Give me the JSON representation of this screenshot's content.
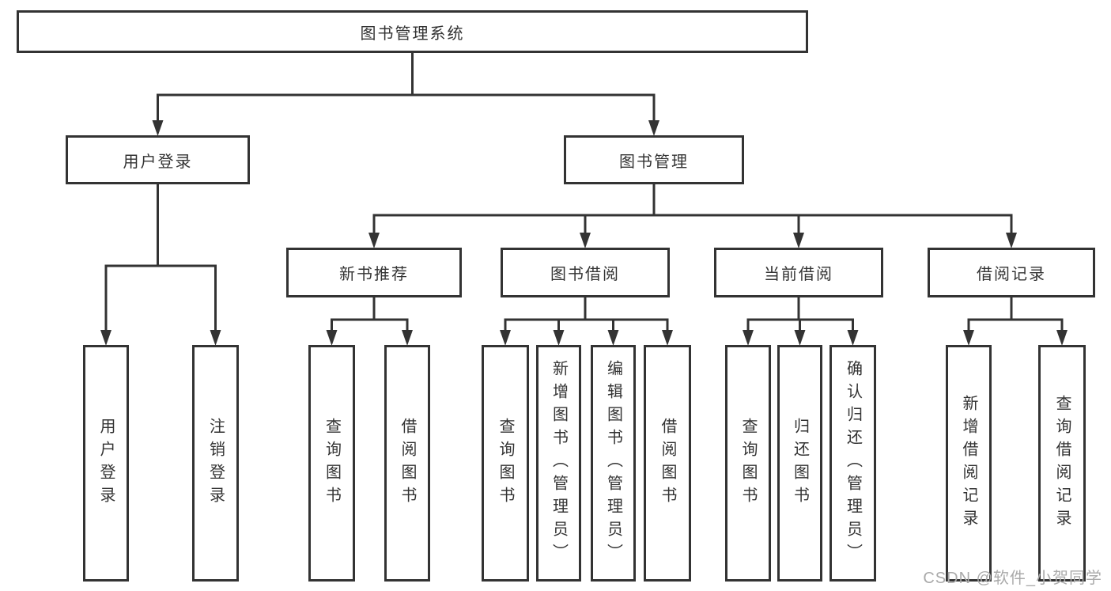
{
  "tree": {
    "root": {
      "label": "图书管理系统"
    },
    "branches": [
      {
        "label": "用户登录",
        "children": [
          {
            "label": "用户登录"
          },
          {
            "label": "注销登录"
          }
        ]
      },
      {
        "label": "图书管理",
        "children": [
          {
            "label": "新书推荐",
            "children": [
              {
                "label": "查询图书"
              },
              {
                "label": "借阅图书"
              }
            ]
          },
          {
            "label": "图书借阅",
            "children": [
              {
                "label": "查询图书"
              },
              {
                "label": "新增图书（管理员）"
              },
              {
                "label": "编辑图书（管理员）"
              },
              {
                "label": "借阅图书"
              }
            ]
          },
          {
            "label": "当前借阅",
            "children": [
              {
                "label": "查询图书"
              },
              {
                "label": "归还图书"
              },
              {
                "label": "确认归还（管理员）"
              }
            ]
          },
          {
            "label": "借阅记录",
            "children": [
              {
                "label": "新增借阅记录"
              },
              {
                "label": "查询借阅记录"
              }
            ]
          }
        ]
      }
    ]
  },
  "watermark": {
    "text": "CSDN @软件_小贺同学"
  },
  "colors": {
    "line": "#333333",
    "text": "#333333",
    "watermark": "#aaaaaa",
    "background": "#ffffff"
  }
}
